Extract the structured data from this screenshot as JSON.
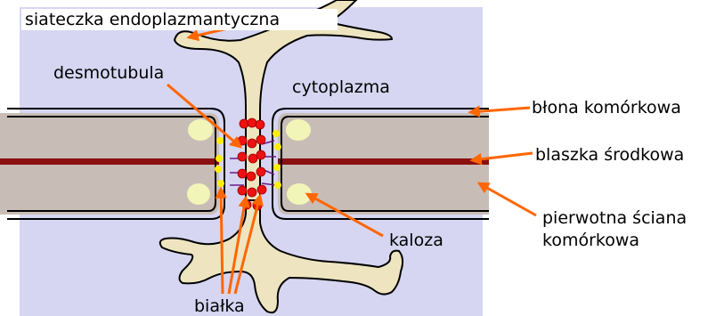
{
  "labels": {
    "er": "siateczka endoplazmantyczna",
    "desmotubule": "desmotubula",
    "cytoplasm": "cytoplazma",
    "plasma_membrane": "błona komórkowa",
    "middle_lamella": "blaszka środkowa",
    "primary_wall_line1": "pierwotna ściana",
    "primary_wall_line2": "komórkowa",
    "callose": "kaloza",
    "proteins": "białka"
  },
  "colors": {
    "cytoplasm": "#d6d6f2",
    "wall": "#c8bdb6",
    "middle_lamella": "#8b1010",
    "er": "#eee5c0",
    "callose": "#f2f5b8",
    "protein_red": "#ee1111",
    "protein_yellow": "#ffee00",
    "protein_purple": "#6a1a8a",
    "arrow": "#ff6600"
  }
}
